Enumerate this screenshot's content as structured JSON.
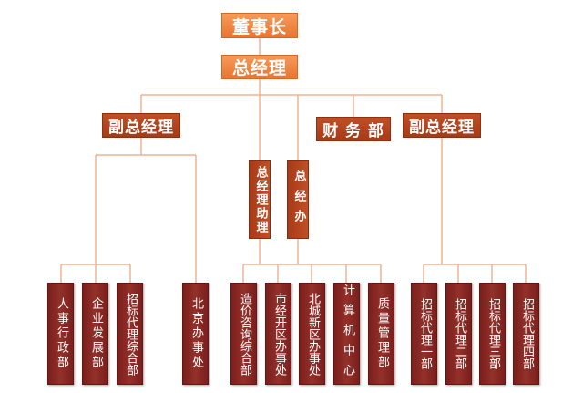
{
  "org": {
    "chairman": "董事长",
    "general_manager": "总经理",
    "vice_gm_left": "副总经理",
    "finance": "财 务 部",
    "vice_gm_right": "副总经理",
    "gm_assistant": "总经理助理",
    "gm_office": "总经办",
    "departments": {
      "hr": "人事行政部",
      "enterprise_dev": "企业发展部",
      "bidding_agency_general": "招标代理综合部",
      "beijing_office": "北京办事处",
      "cost_consulting": "造价咨询综合部",
      "econ_dev_zone_office": "市经开区办事处",
      "new_district_office": "北城新区办事处",
      "computing_center": "计算机中心",
      "quality_mgmt": "质量管理部",
      "bidding_1": "招标代理一部",
      "bidding_2": "招标代理二部",
      "bidding_3": "招标代理三部",
      "bidding_4": "招标代理四部"
    }
  },
  "colors": {
    "orange_box": "#ec7c38",
    "rust_box": "#b4451e",
    "dept_box": "#86261f",
    "connector": "#f0b292"
  }
}
